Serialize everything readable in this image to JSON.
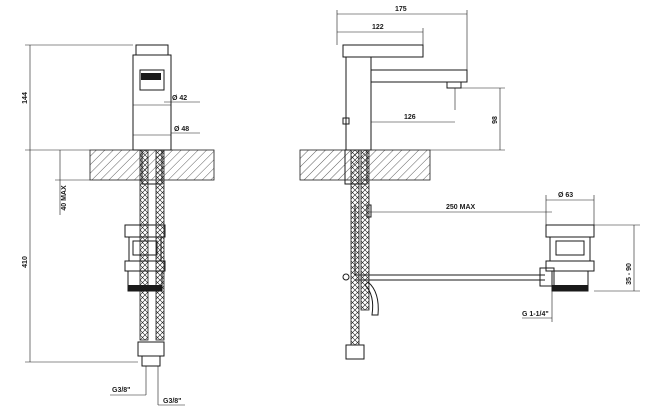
{
  "dimensions": {
    "width_175": "175",
    "width_122": "122",
    "height_144": "144",
    "dia_42": "Ø 42",
    "dia_48": "Ø 48",
    "reach_126": "126",
    "height_98": "98",
    "deck_40max": "40 MAX",
    "total_410": "410",
    "reach_250max": "250 MAX",
    "dia_63": "Ø 63",
    "range_35_90": "35 - 90",
    "thread_g114": "G 1-1/4\"",
    "thread_g38_a": "G3/8\"",
    "thread_g38_b": "G3/8\""
  }
}
